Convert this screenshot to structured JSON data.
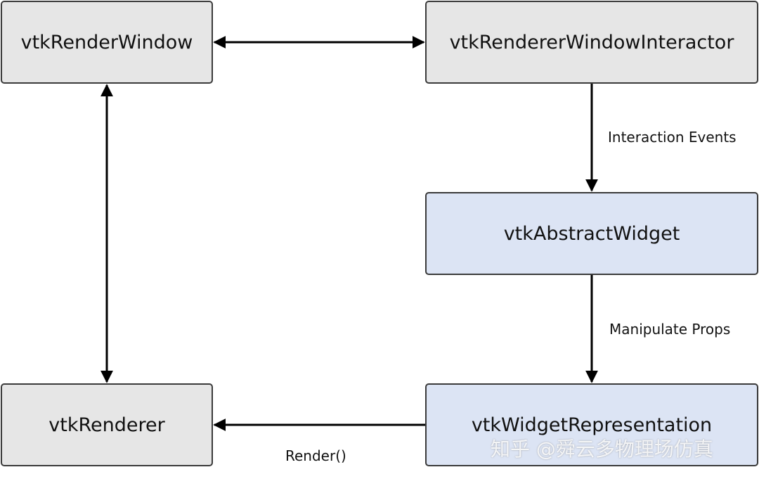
{
  "nodes": {
    "render_window": "vtkRenderWindow",
    "interactor": "vtkRendererWindowInteractor",
    "abstract_widget": "vtkAbstractWidget",
    "renderer": "vtkRenderer",
    "widget_representation": "vtkWidgetRepresentation"
  },
  "edges": {
    "interaction_events": "Interaction Events",
    "manipulate_props": "Manipulate Props",
    "render_call": "Render()"
  },
  "watermark": "知乎 @舜云多物理场仿真",
  "colors": {
    "gray_box": "#e6e6e6",
    "blue_box": "#dce4f4",
    "border": "#3a3a3a",
    "arrow": "#000000"
  }
}
